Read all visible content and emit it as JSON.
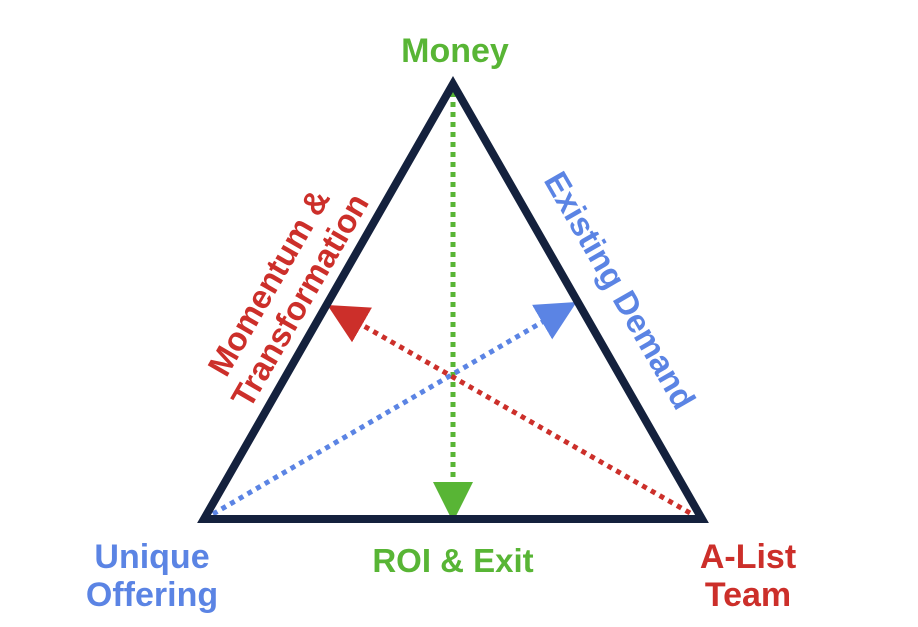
{
  "colors": {
    "triangle": "#14213d",
    "green": "#58b535",
    "blue": "#5b84e4",
    "red": "#cc2f2a"
  },
  "labels": {
    "top": "Money",
    "bottom": "ROI & Exit",
    "left_vertex_line1": "Unique",
    "left_vertex_line2": "Offering",
    "right_vertex_line1": "A-List",
    "right_vertex_line2": "Team",
    "left_side_line1": "Momentum &",
    "left_side_line2": "Transformation",
    "right_side": "Existing Demand"
  }
}
